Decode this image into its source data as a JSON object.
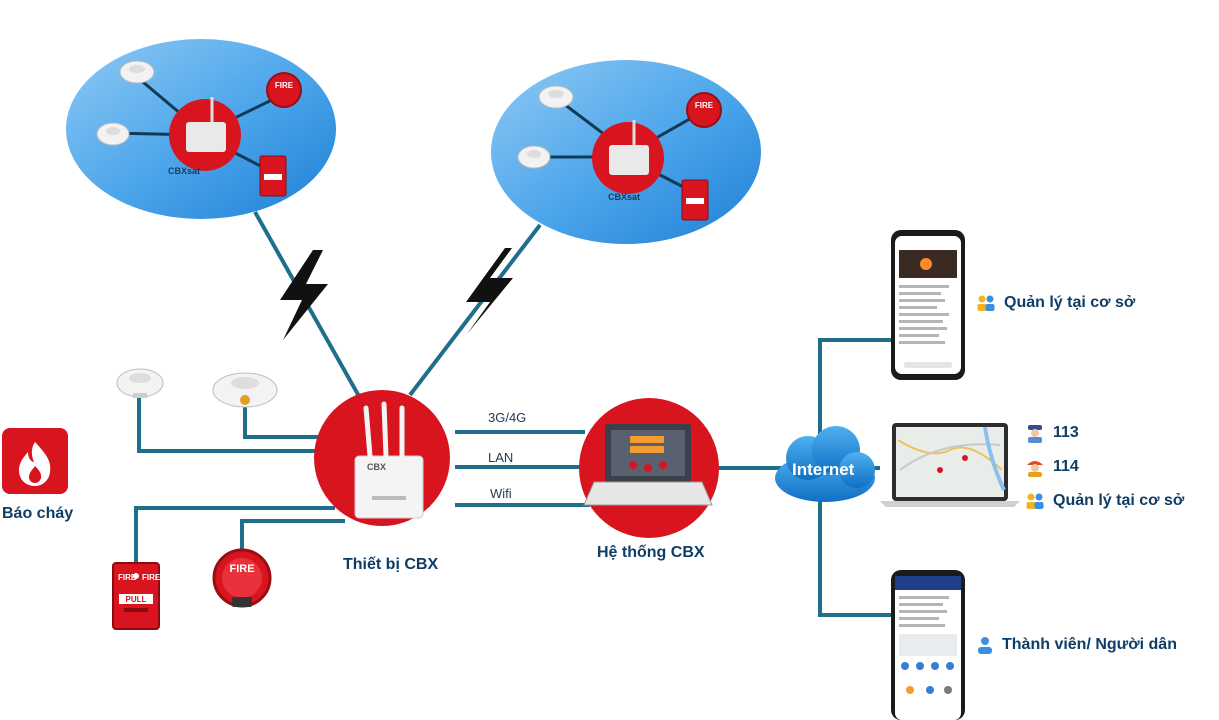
{
  "clusters": [
    {
      "label": "CBXsat"
    },
    {
      "label": "CBXsat"
    }
  ],
  "devices": {
    "fire_label": "FIRE",
    "pull_label": "PULL",
    "router_brand": "CBX"
  },
  "alarm": {
    "label": "Báo cháy"
  },
  "gateway": {
    "label": "Thiết bị CBX"
  },
  "system": {
    "label": "Hệ thống CBX"
  },
  "cloud": {
    "label": "Internet"
  },
  "links": {
    "g3g4": "3G/4G",
    "lan": "LAN",
    "wifi": "Wifi"
  },
  "recipients": {
    "phone_top": "Quản lý tại cơ sở",
    "police": "113",
    "firefighter": "114",
    "laptop_mgr": "Quản lý tại cơ sở",
    "phone_bottom": "Thành viên/ Người dân"
  },
  "colors": {
    "ellipse": "#3f9ee6",
    "red": "#d8151f",
    "line": "#1e6e8c",
    "cloud": "#1a86d9",
    "text": "#0f3d66"
  }
}
